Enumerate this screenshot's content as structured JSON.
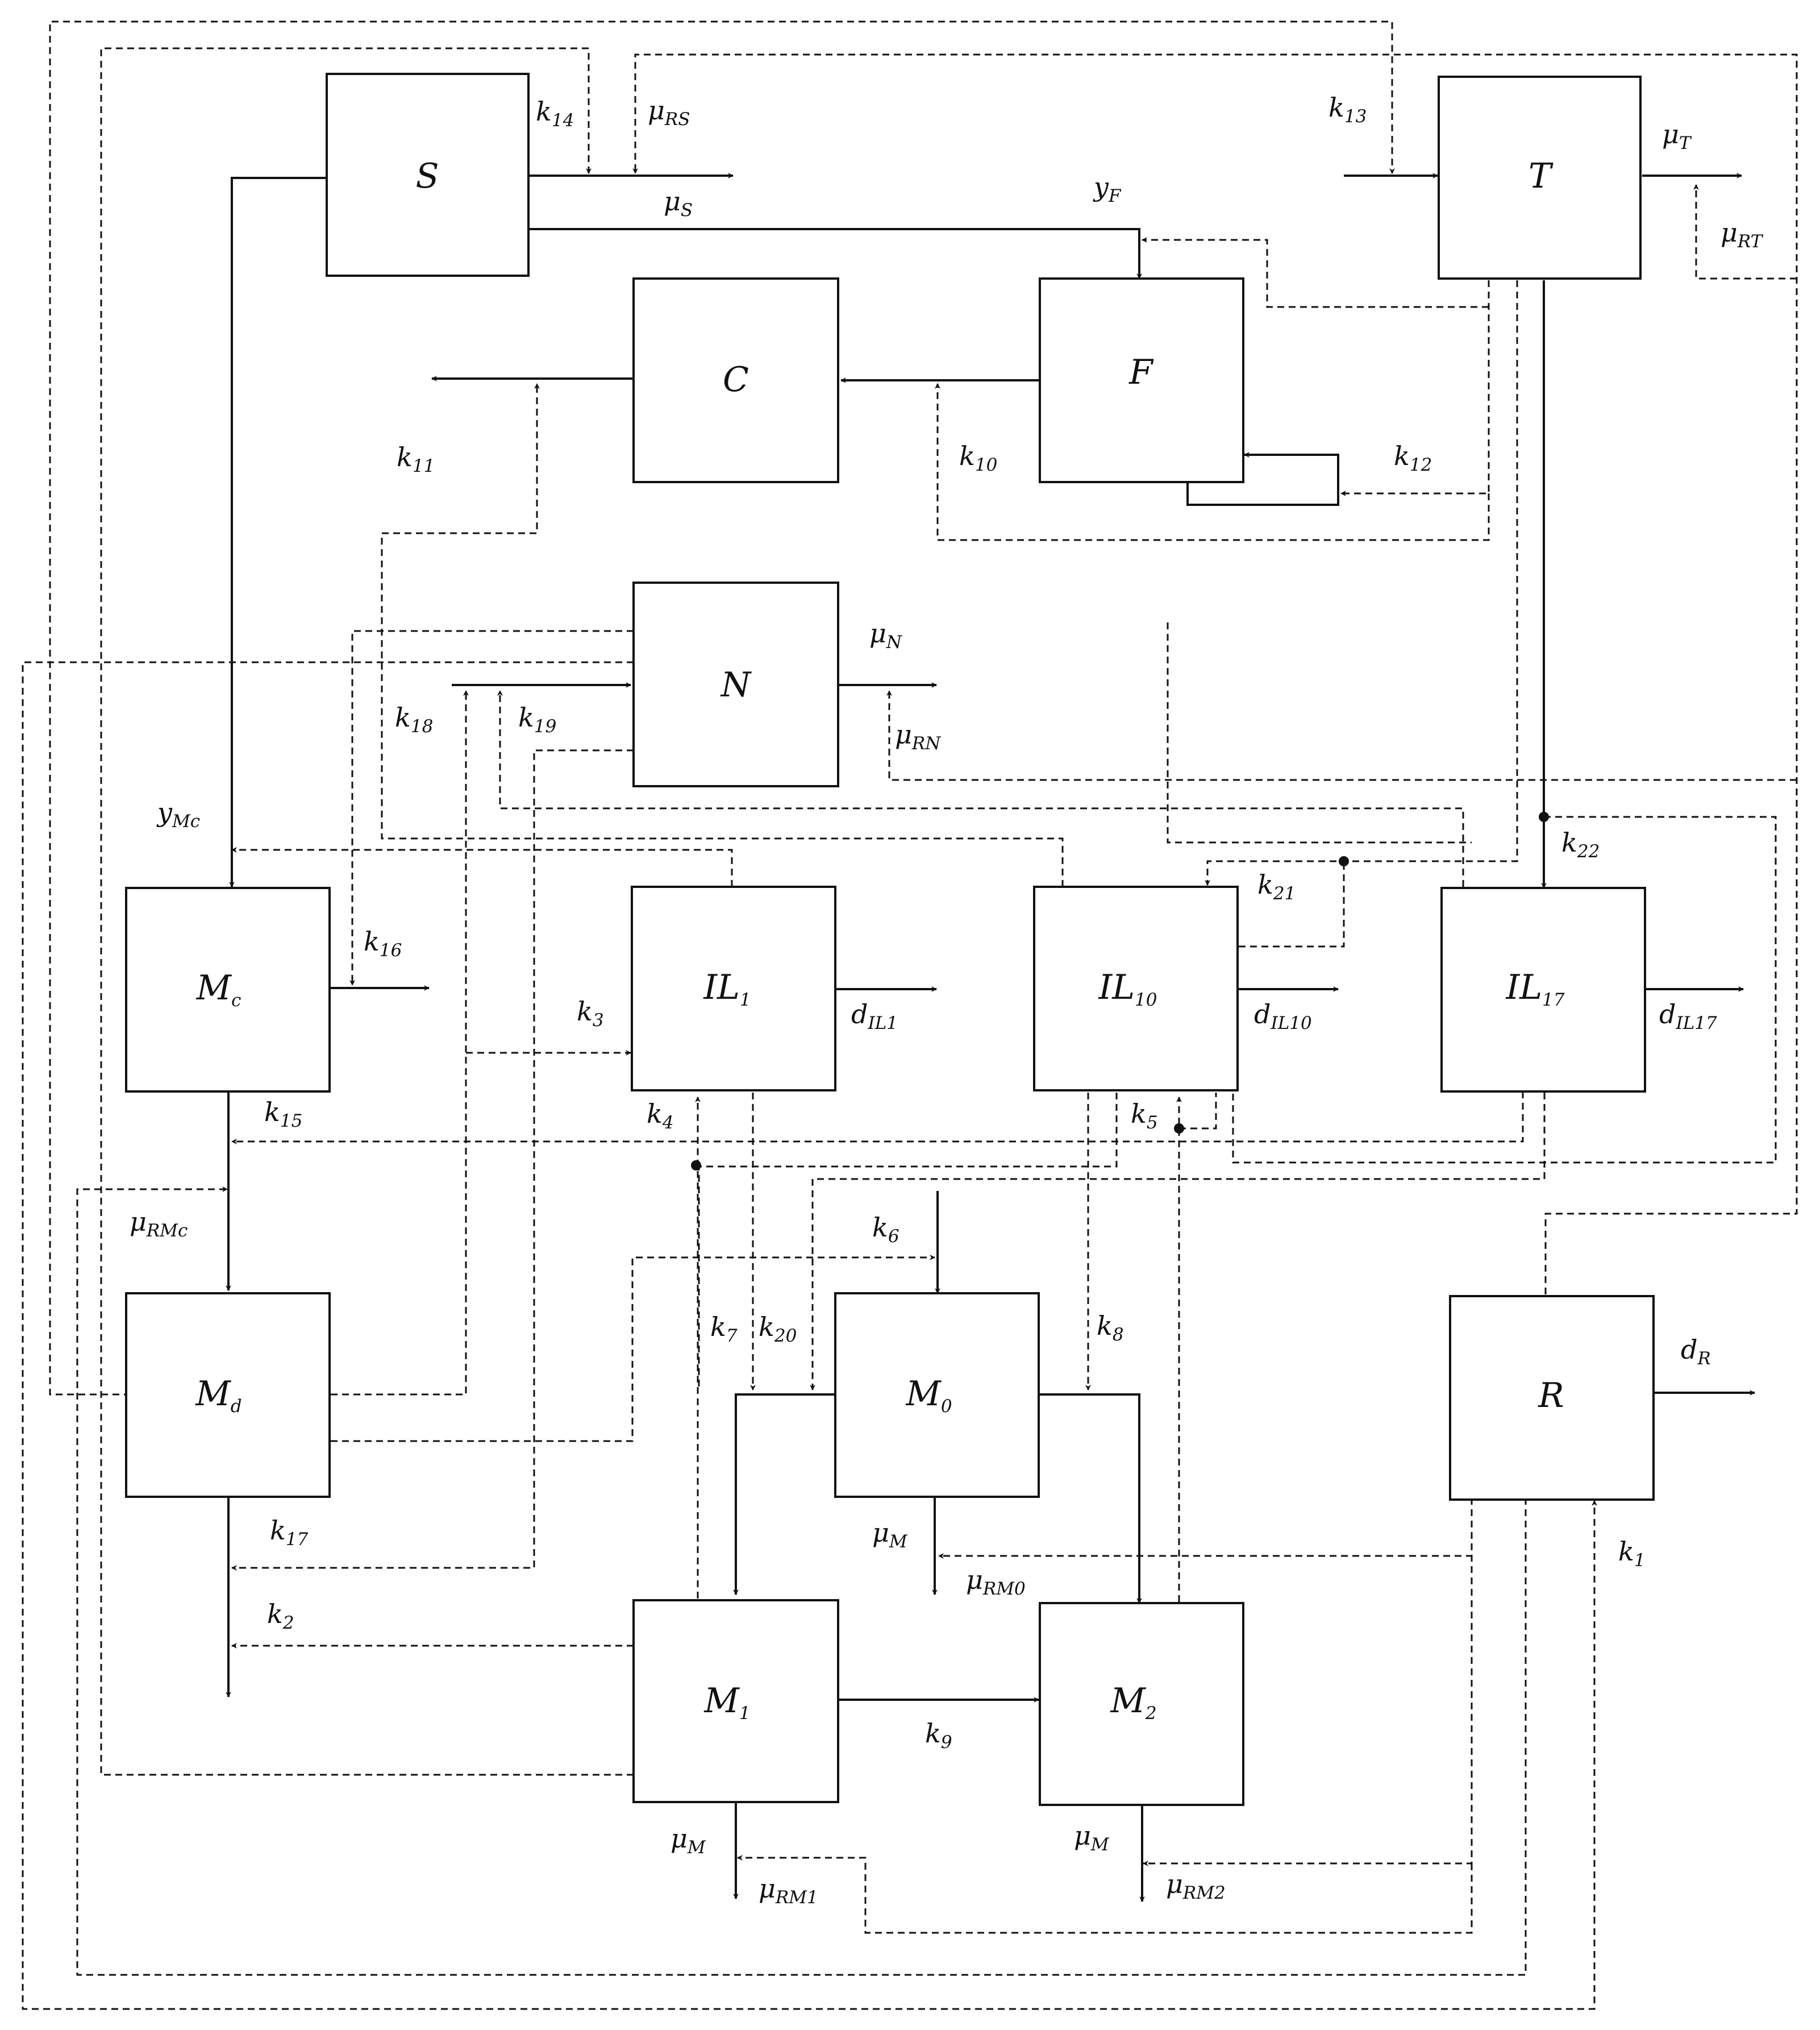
{
  "nodes": {
    "S": {
      "label": "S"
    },
    "T": {
      "label": "T"
    },
    "C": {
      "label": "C"
    },
    "F": {
      "label": "F"
    },
    "N": {
      "label": "N"
    },
    "Mc": {
      "label": "M",
      "sub": "c"
    },
    "IL1": {
      "label": "IL",
      "sub": "1"
    },
    "IL10": {
      "label": "IL",
      "sub": "10"
    },
    "IL17": {
      "label": "IL",
      "sub": "17"
    },
    "Md": {
      "label": "M",
      "sub": "d"
    },
    "M0": {
      "label": "M",
      "sub": "0"
    },
    "R": {
      "label": "R"
    },
    "M1": {
      "label": "M",
      "sub": "1"
    },
    "M2": {
      "label": "M",
      "sub": "2"
    }
  },
  "labels": {
    "k1": {
      "base": "k",
      "sub": "1"
    },
    "k2": {
      "base": "k",
      "sub": "2"
    },
    "k3": {
      "base": "k",
      "sub": "3"
    },
    "k4": {
      "base": "k",
      "sub": "4"
    },
    "k5": {
      "base": "k",
      "sub": "5"
    },
    "k6": {
      "base": "k",
      "sub": "6"
    },
    "k7": {
      "base": "k",
      "sub": "7"
    },
    "k8": {
      "base": "k",
      "sub": "8"
    },
    "k9": {
      "base": "k",
      "sub": "9"
    },
    "k10": {
      "base": "k",
      "sub": "10"
    },
    "k11": {
      "base": "k",
      "sub": "11"
    },
    "k12": {
      "base": "k",
      "sub": "12"
    },
    "k13": {
      "base": "k",
      "sub": "13"
    },
    "k14": {
      "base": "k",
      "sub": "14"
    },
    "k15": {
      "base": "k",
      "sub": "15"
    },
    "k16": {
      "base": "k",
      "sub": "16"
    },
    "k17": {
      "base": "k",
      "sub": "17"
    },
    "k18": {
      "base": "k",
      "sub": "18"
    },
    "k19": {
      "base": "k",
      "sub": "19"
    },
    "k20": {
      "base": "k",
      "sub": "20"
    },
    "k21": {
      "base": "k",
      "sub": "21"
    },
    "k22": {
      "base": "k",
      "sub": "22"
    },
    "muRS": {
      "base": "μ",
      "sub": "RS"
    },
    "muS": {
      "base": "μ",
      "sub": "S"
    },
    "yF": {
      "base": "y",
      "sub": "F"
    },
    "muT": {
      "base": "μ",
      "sub": "T"
    },
    "muRT": {
      "base": "μ",
      "sub": "RT"
    },
    "muN": {
      "base": "μ",
      "sub": "N"
    },
    "muRN": {
      "base": "μ",
      "sub": "RN"
    },
    "yMc": {
      "base": "y",
      "sub": "Mc"
    },
    "dIL1": {
      "base": "d",
      "sub": "IL1"
    },
    "dIL10": {
      "base": "d",
      "sub": "IL10"
    },
    "dIL17": {
      "base": "d",
      "sub": "IL17"
    },
    "muRMc": {
      "base": "μ",
      "sub": "RMc"
    },
    "dR": {
      "base": "d",
      "sub": "R"
    },
    "muM_0": {
      "base": "μ",
      "sub": "M"
    },
    "muRM0": {
      "base": "μ",
      "sub": "RM0"
    },
    "muM_1": {
      "base": "μ",
      "sub": "M"
    },
    "muRM1": {
      "base": "μ",
      "sub": "RM1"
    },
    "muM_2": {
      "base": "μ",
      "sub": "M"
    },
    "muRM2": {
      "base": "μ",
      "sub": "RM2"
    }
  }
}
